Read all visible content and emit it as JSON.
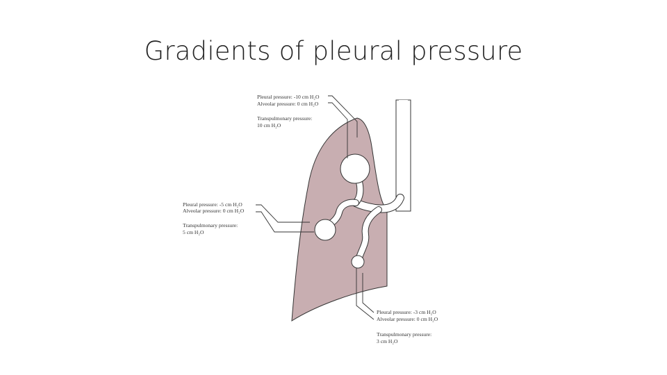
{
  "title": "Gradients of pleural pressure",
  "colors": {
    "lung_fill": "#c8aeb1",
    "outline": "#333333",
    "airway_fill": "#ffffff"
  },
  "labels": {
    "top": {
      "pleural": "Pleural pressure: -10 cm H₂O",
      "alveolar": "Alveolar pressure: 0 cm H₂O",
      "transpulmonary_title": "Transpulmonary pressure:",
      "transpulmonary_value": "10 cm H₂O"
    },
    "middle": {
      "pleural": "Pleural pressure: -5 cm H₂O",
      "alveolar": "Alveolar pressure: 0 cm H₂O",
      "transpulmonary_title": "Transpulmonary pressure:",
      "transpulmonary_value": "5 cm H₂O"
    },
    "bottom": {
      "pleural": "Pleural pressure: -3 cm H₂O",
      "alveolar": "Alveolar pressure: 0 cm H₂O",
      "transpulmonary_title": "Transpulmonary pressure:",
      "transpulmonary_value": "3 cm H₂O"
    }
  }
}
